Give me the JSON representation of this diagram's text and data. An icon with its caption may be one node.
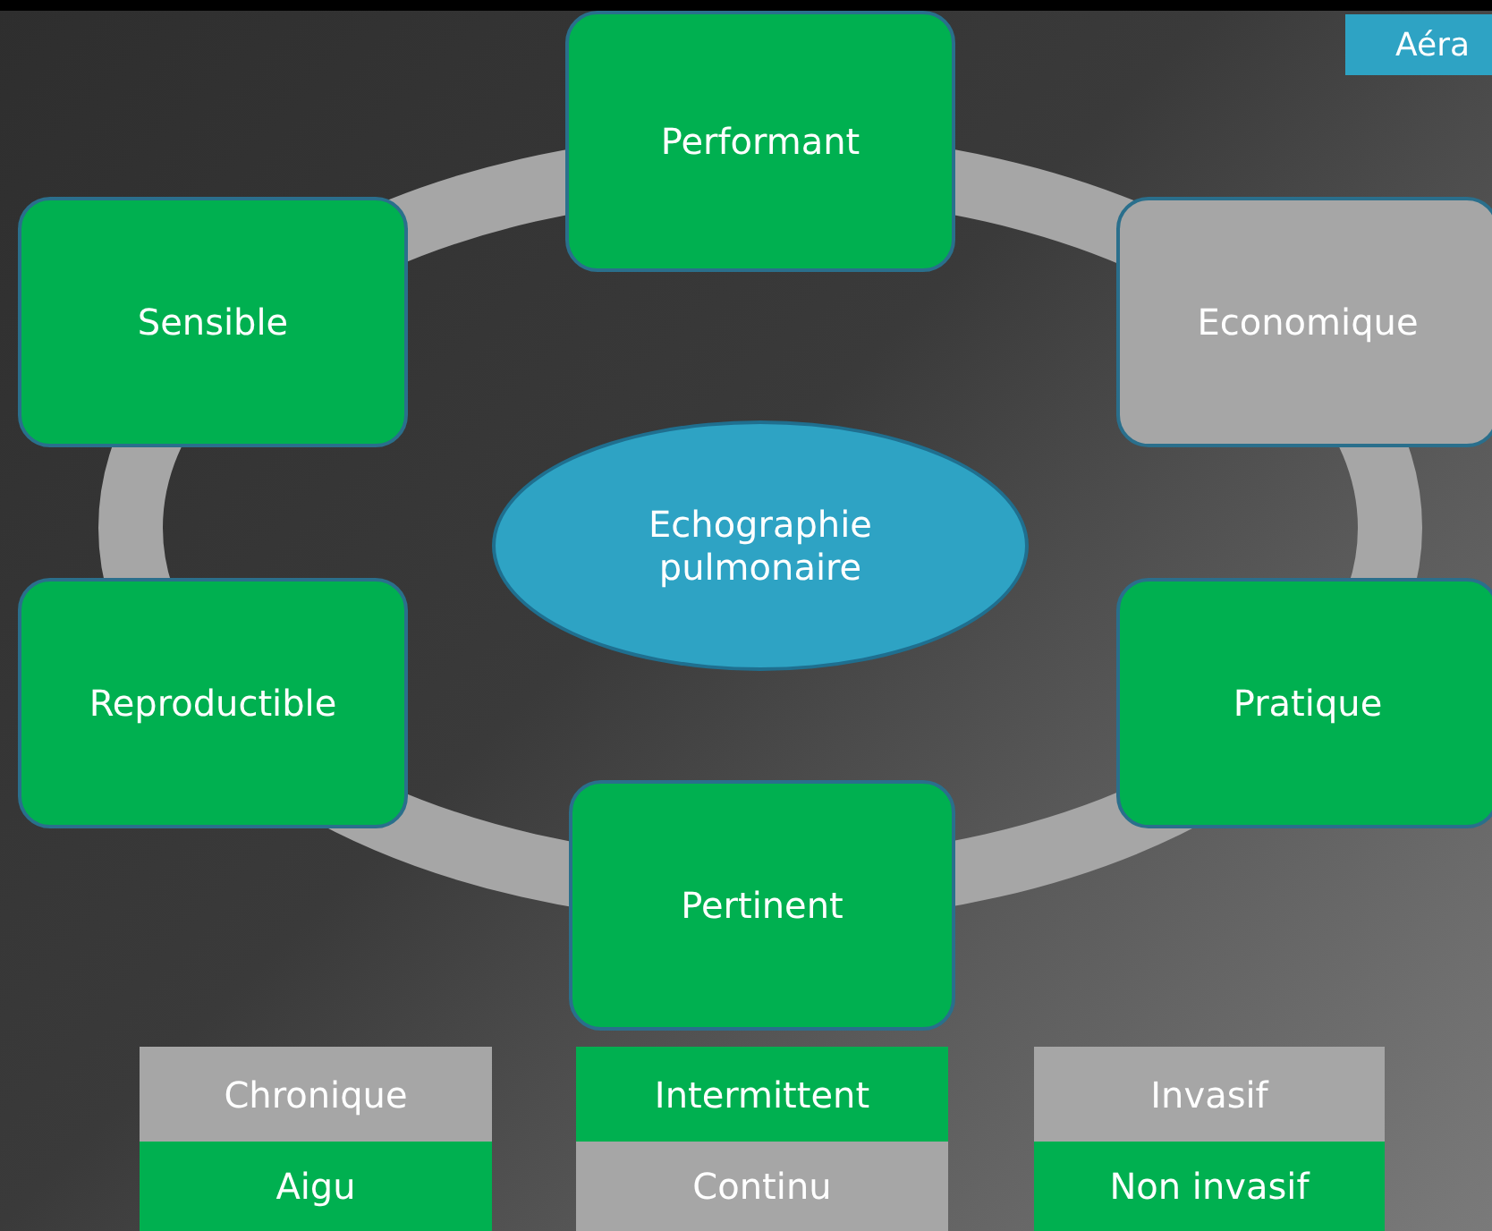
{
  "diagram": {
    "nodes": [
      {
        "text": [
          "Performant"
        ]
      },
      {
        "text": [
          "Aéra"
        ]
      },
      {
        "text": [
          "Sensible"
        ]
      },
      {
        "text": [
          "Economique"
        ]
      },
      {
        "text": [
          "Echographie pulmonaire"
        ]
      },
      {
        "text": [
          "Reproductible"
        ]
      },
      {
        "text": [
          "Pratique"
        ]
      },
      {
        "text": [
          "Pertinent"
        ]
      },
      {
        "text": [
          "Chronique"
        ]
      },
      {
        "text": [
          "Intermittent"
        ]
      },
      {
        "text": [
          "Invasif"
        ]
      },
      {
        "text": [
          "Aigu"
        ]
      },
      {
        "text": [
          "Continu"
        ]
      },
      {
        "text": [
          "Non invasif"
        ]
      }
    ]
  }
}
